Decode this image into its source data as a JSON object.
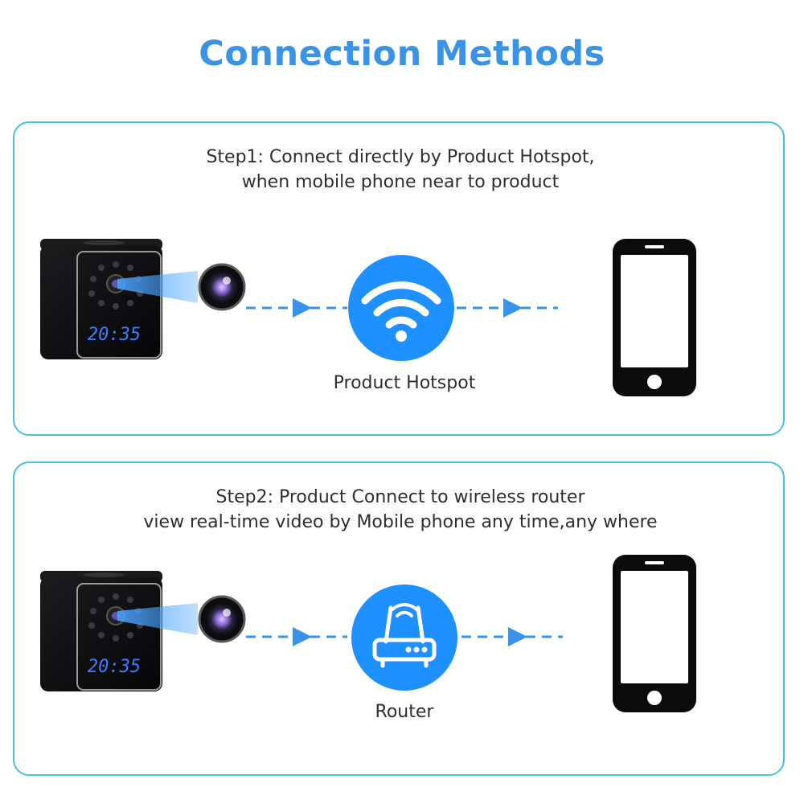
{
  "title": "Connection Methods",
  "colors": {
    "title": "#3a93e6",
    "panel_border": "#45c2dc",
    "circle": "#1e90ff",
    "arrow": "#3a93e6",
    "clock_digits": "#3a7bff"
  },
  "step1": {
    "caption_line1": "Step1: Connect directly by Product Hotspot,",
    "caption_line2": "when mobile phone near to product",
    "camera_time": "20:35",
    "node_icon": "wifi-icon",
    "node_label": "Product Hotspot",
    "phone_icon": "smartphone-icon"
  },
  "step2": {
    "caption_line1": "Step2: Product Connect to wireless router",
    "caption_line2": "view real-time video by Mobile phone any time,any where",
    "camera_time": "20:35",
    "node_icon": "router-icon",
    "node_label": "Router",
    "phone_icon": "smartphone-icon"
  }
}
